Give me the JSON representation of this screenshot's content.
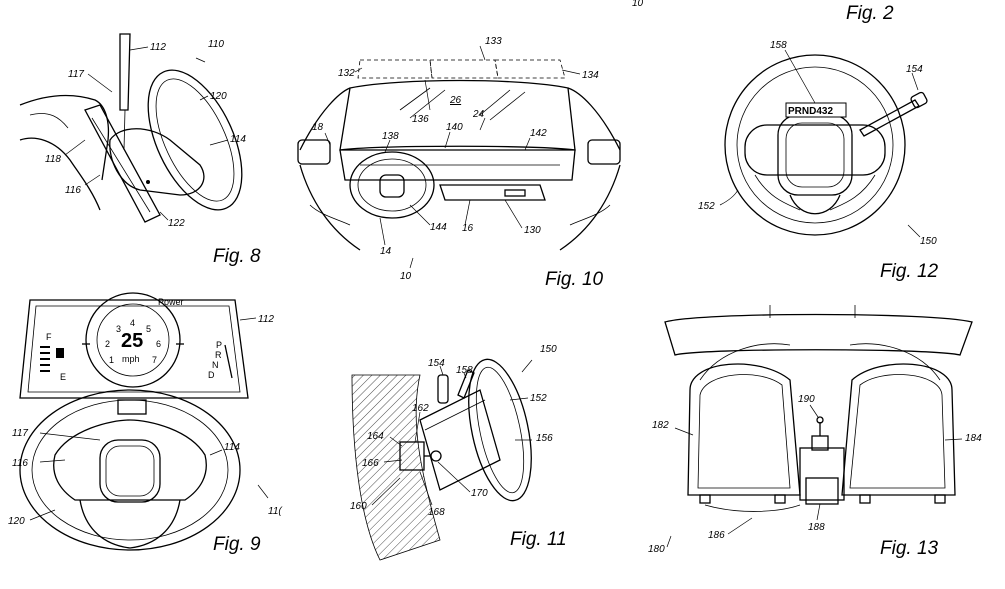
{
  "corner_label": "10",
  "figures": {
    "fig2": {
      "title": "Fig. 2"
    },
    "fig8": {
      "title": "Fig. 8",
      "labels": [
        "112",
        "110",
        "117",
        "120",
        "114",
        "118",
        "116",
        "122"
      ]
    },
    "fig9": {
      "title": "Fig. 9",
      "labels": [
        "112",
        "117",
        "114",
        "116",
        "120",
        "11("
      ],
      "cluster": {
        "power_label": "Power",
        "speed": "25",
        "unit": "mph",
        "fuel_full": "F",
        "fuel_empty": "E",
        "gear_p": "P",
        "gear_r": "R",
        "gear_n": "N",
        "gear_d": "D",
        "dial_ticks": [
          "1",
          "2",
          "3",
          "4",
          "5",
          "6",
          "7"
        ]
      }
    },
    "fig10": {
      "title": "Fig. 10",
      "labels": [
        "133",
        "132",
        "134",
        "26",
        "136",
        "24",
        "18",
        "138",
        "140",
        "142",
        "144",
        "16",
        "130",
        "14",
        "10"
      ]
    },
    "fig11": {
      "title": "Fig. 11",
      "labels": [
        "150",
        "154",
        "158",
        "152",
        "162",
        "164",
        "156",
        "166",
        "170",
        "160",
        "168"
      ]
    },
    "fig12": {
      "title": "Fig. 12",
      "labels": [
        "158",
        "154",
        "152",
        "150"
      ],
      "gear_display": "PRND432"
    },
    "fig13": {
      "title": "Fig. 13",
      "labels": [
        "190",
        "182",
        "184",
        "186",
        "188",
        "180"
      ]
    }
  }
}
